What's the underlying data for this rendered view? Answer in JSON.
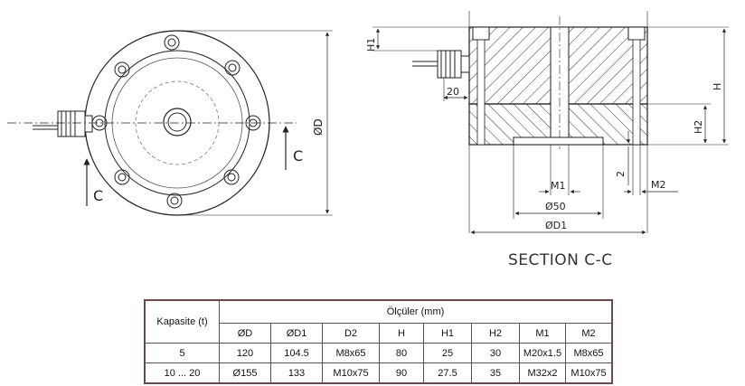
{
  "labels": {
    "section_marker": "C",
    "diameter_D": "ØD",
    "dim_H1": "H1",
    "dim_H": "H",
    "dim_H2": "H2",
    "dim_20": "20",
    "dim_2": "2",
    "dim_M1": "M1",
    "dim_M2": "M2",
    "dim_50": "Ø50",
    "dim_D1": "ØD1",
    "section_title": "SECTION C-C"
  },
  "table": {
    "kapasite_header": "Kapasite (t)",
    "olculer_header": "Ölçüler (mm)",
    "columns": [
      "ØD",
      "ØD1",
      "D2",
      "H",
      "H1",
      "H2",
      "M1",
      "M2"
    ],
    "rows": [
      {
        "kapasite": "5",
        "values": [
          "120",
          "104.5",
          "M8x65",
          "80",
          "25",
          "30",
          "M20x1.5",
          "M8x65"
        ]
      },
      {
        "kapasite": "10 ... 20",
        "values": [
          "Ø155",
          "133",
          "M10x75",
          "90",
          "27.5",
          "35",
          "M32x2",
          "M10x75"
        ]
      }
    ]
  }
}
